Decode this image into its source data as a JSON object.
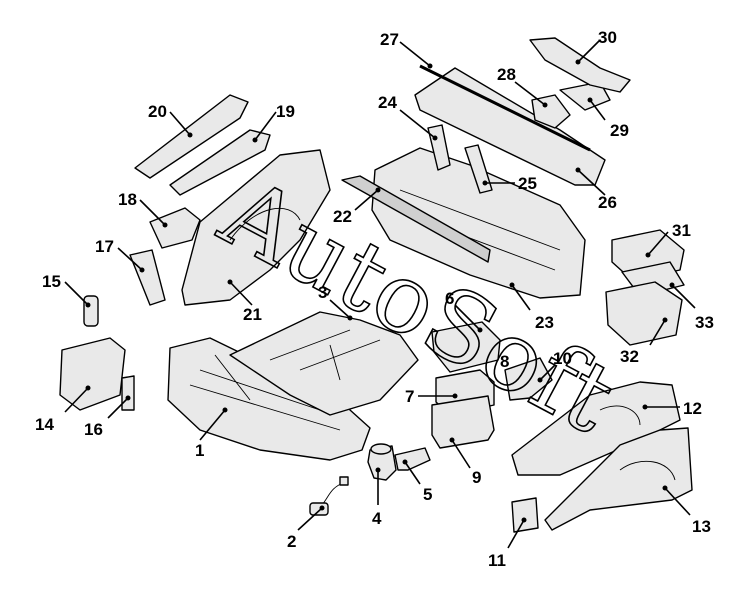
{
  "diagram": {
    "callouts": [
      "1",
      "2",
      "3",
      "4",
      "5",
      "6",
      "7",
      "8",
      "9",
      "10",
      "11",
      "12",
      "13",
      "14",
      "15",
      "16",
      "17",
      "18",
      "19",
      "20",
      "21",
      "22",
      "23",
      "24",
      "25",
      "26",
      "27",
      "28",
      "29",
      "30",
      "31",
      "32",
      "33"
    ]
  },
  "watermark": {
    "text": "AutoSoft"
  }
}
